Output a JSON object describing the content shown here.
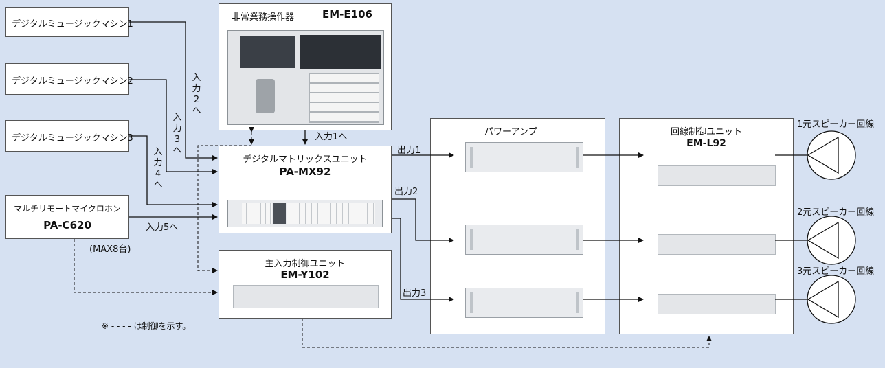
{
  "sources": {
    "music1": "デジタルミュージックマシン1",
    "music2": "デジタルミュージックマシン2",
    "music3": "デジタルミュージックマシン3",
    "mic_name": "マルチリモートマイクロホン",
    "mic_model": "PA-C620",
    "mic_max": "(MAX8台)"
  },
  "emergency": {
    "name": "非常業務操作器",
    "model": "EM-E106"
  },
  "matrix": {
    "name": "デジタルマトリックスユニット",
    "model": "PA-MX92"
  },
  "main_input": {
    "name": "主入力制御ユニット",
    "model": "EM-Y102"
  },
  "amp": {
    "name": "パワーアンプ"
  },
  "line_ctrl": {
    "name": "回線制御ユニット",
    "model": "EM-L92"
  },
  "inputs": {
    "in1": "入力1へ",
    "in2_v": [
      "入",
      "力",
      "2",
      "へ"
    ],
    "in3_v": [
      "入",
      "力",
      "3",
      "へ"
    ],
    "in4_v": [
      "入",
      "力",
      "4",
      "へ"
    ],
    "in5": "入力5へ"
  },
  "outputs": {
    "out1": "出力1",
    "out2": "出力2",
    "out3": "出力3"
  },
  "speakers": {
    "sp1": "1元スピーカー回線",
    "sp2": "2元スピーカー回線",
    "sp3": "3元スピーカー回線"
  },
  "note": "※ - - - - は制御を示す。"
}
